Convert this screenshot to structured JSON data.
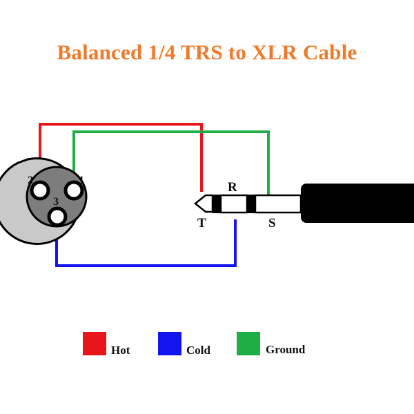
{
  "title": "Balanced 1/4 TRS to XLR Cable",
  "xlr": {
    "pins": [
      {
        "label": "2"
      },
      {
        "label": "1"
      },
      {
        "label": "3"
      }
    ]
  },
  "trs": {
    "tip_label": "T",
    "ring_label": "R",
    "sleeve_label": "S"
  },
  "legend": [
    {
      "label": "Hot",
      "color": "#e8161b"
    },
    {
      "label": "Cold",
      "color": "#1414ee"
    },
    {
      "label": "Ground",
      "color": "#1fae46"
    }
  ],
  "colors": {
    "title": "#f07a28",
    "hot": "#e8161b",
    "cold": "#1414ee",
    "ground": "#1fae46",
    "xlr_body": "#c9c9c9",
    "xlr_face": "#7d7d7d",
    "cable": "#000000"
  }
}
